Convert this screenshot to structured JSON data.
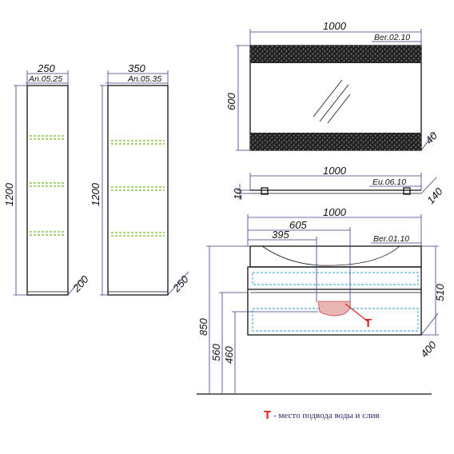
{
  "columns": {
    "narrow": {
      "code": "An.05.25",
      "width": "250",
      "height": "1200",
      "depth": "200"
    },
    "wide": {
      "code": "An.05.35",
      "width": "350",
      "height": "1200",
      "depth": "250"
    }
  },
  "mirror": {
    "code": "Ber.02.10",
    "width": "1000",
    "height": "600",
    "depth": "40"
  },
  "shelf": {
    "code": "Eu.06.10",
    "width": "1000",
    "height": "10",
    "depth": "140"
  },
  "vanity": {
    "code": "Ber.01.10",
    "width": "1000",
    "dim_605": "605",
    "dim_395": "395",
    "height_510": "510",
    "depth_400": "400",
    "h_850": "850",
    "h_560": "560",
    "h_460": "460"
  },
  "legend": {
    "mark": "T",
    "text": "- место подвода воды и слив"
  },
  "colors": {
    "dimension": "#3a3a88",
    "shelf_led": "#8bc34a",
    "drawer_outline": "#1ea0d8",
    "outlet": "#e02020"
  }
}
